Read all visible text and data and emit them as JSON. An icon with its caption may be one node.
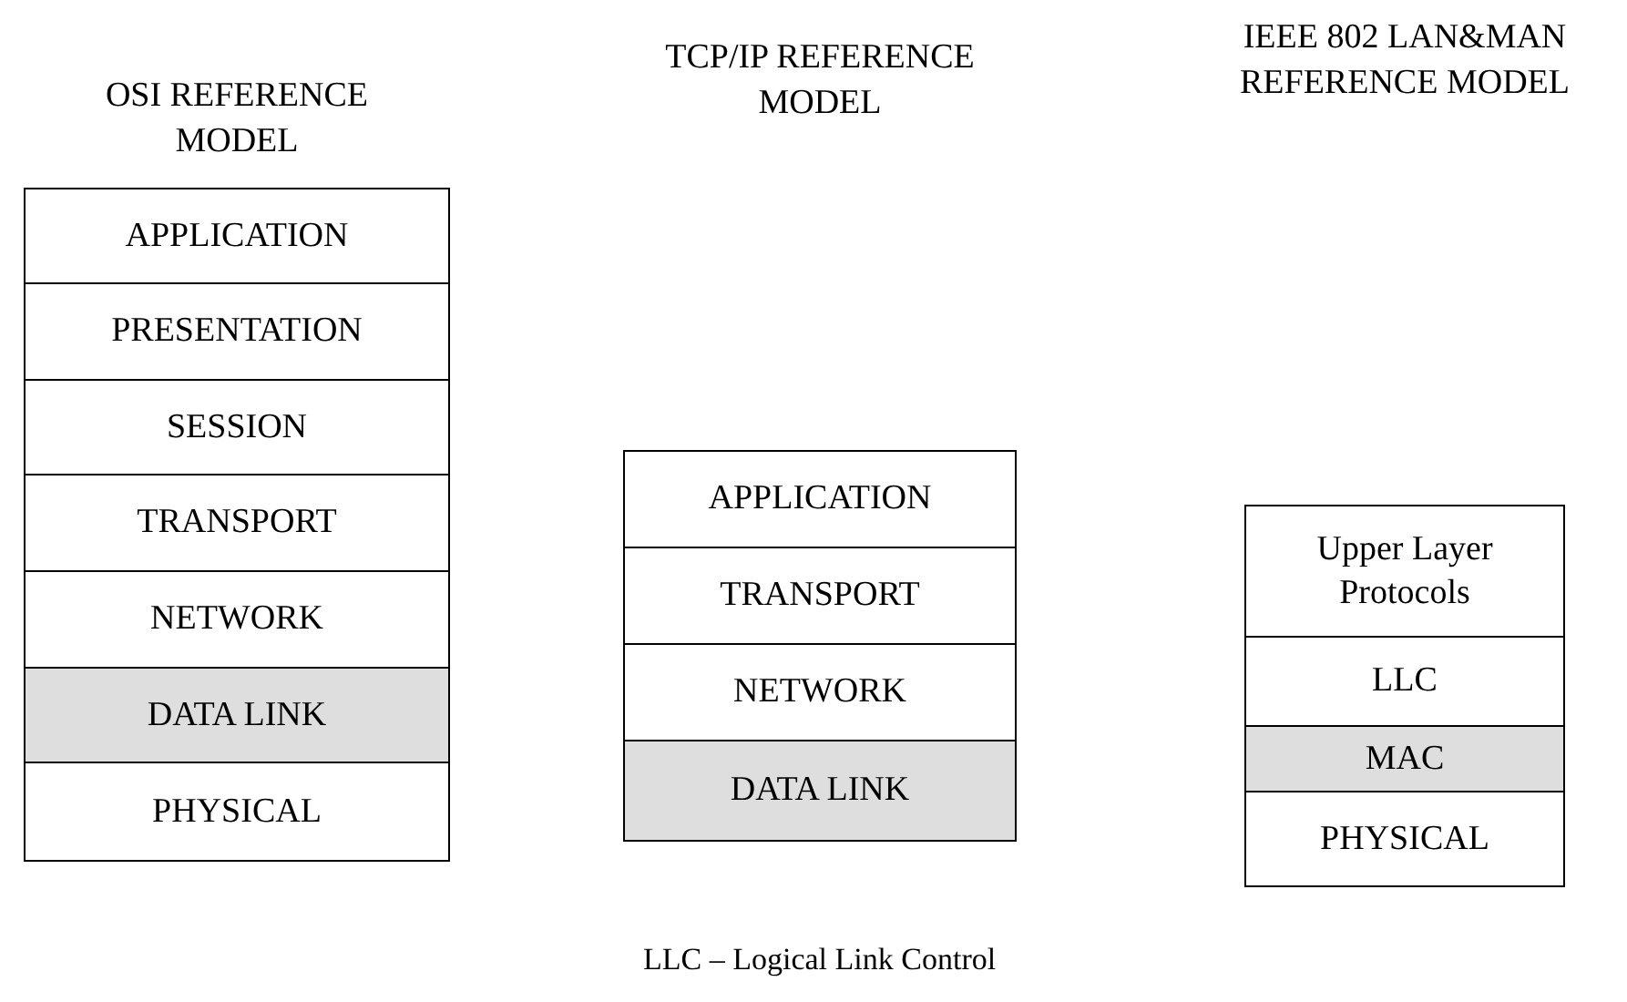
{
  "diagram": {
    "caption": "LLC – Logical Link Control",
    "nodes": [
      {
        "text": [
          "OSI REFERENCE MODEL"
        ]
      },
      {
        "text": [
          "APPLICATION"
        ],
        "in": 0
      },
      {
        "text": [
          "PRESENTATION"
        ],
        "in": 0
      },
      {
        "text": [
          "SESSION"
        ],
        "in": 0
      },
      {
        "text": [
          "TRANSPORT"
        ],
        "in": 0
      },
      {
        "text": [
          "NETWORK"
        ],
        "in": 0
      },
      {
        "text": [
          "DATA LINK"
        ],
        "in": 0
      },
      {
        "text": [
          "PHYSICAL"
        ],
        "in": 0
      },
      {
        "text": [],
        "shape": "box"
      },
      {
        "text": [
          "APPLICATION"
        ],
        "in": 8
      },
      {
        "text": [
          "TRANSPORT"
        ],
        "in": 8
      },
      {
        "text": [
          "NETWORK"
        ],
        "in": 8
      },
      {
        "text": [
          "DATA LINK"
        ],
        "in": 8
      },
      {
        "text": [],
        "shape": "box"
      },
      {
        "text": [
          "Upper Layer Protocols"
        ],
        "in": 13
      },
      {
        "text": [
          "LLC"
        ],
        "in": 13
      },
      {
        "text": [
          "MAC"
        ],
        "in": 13
      },
      {
        "text": [
          "PHYSICAL"
        ],
        "in": 13
      }
    ],
    "edges": [],
    "labels": [
      "TCP/IP REFERENCE MODEL",
      "IEEE 802 LAN&MAN REFERENCE MODEL"
    ]
  }
}
